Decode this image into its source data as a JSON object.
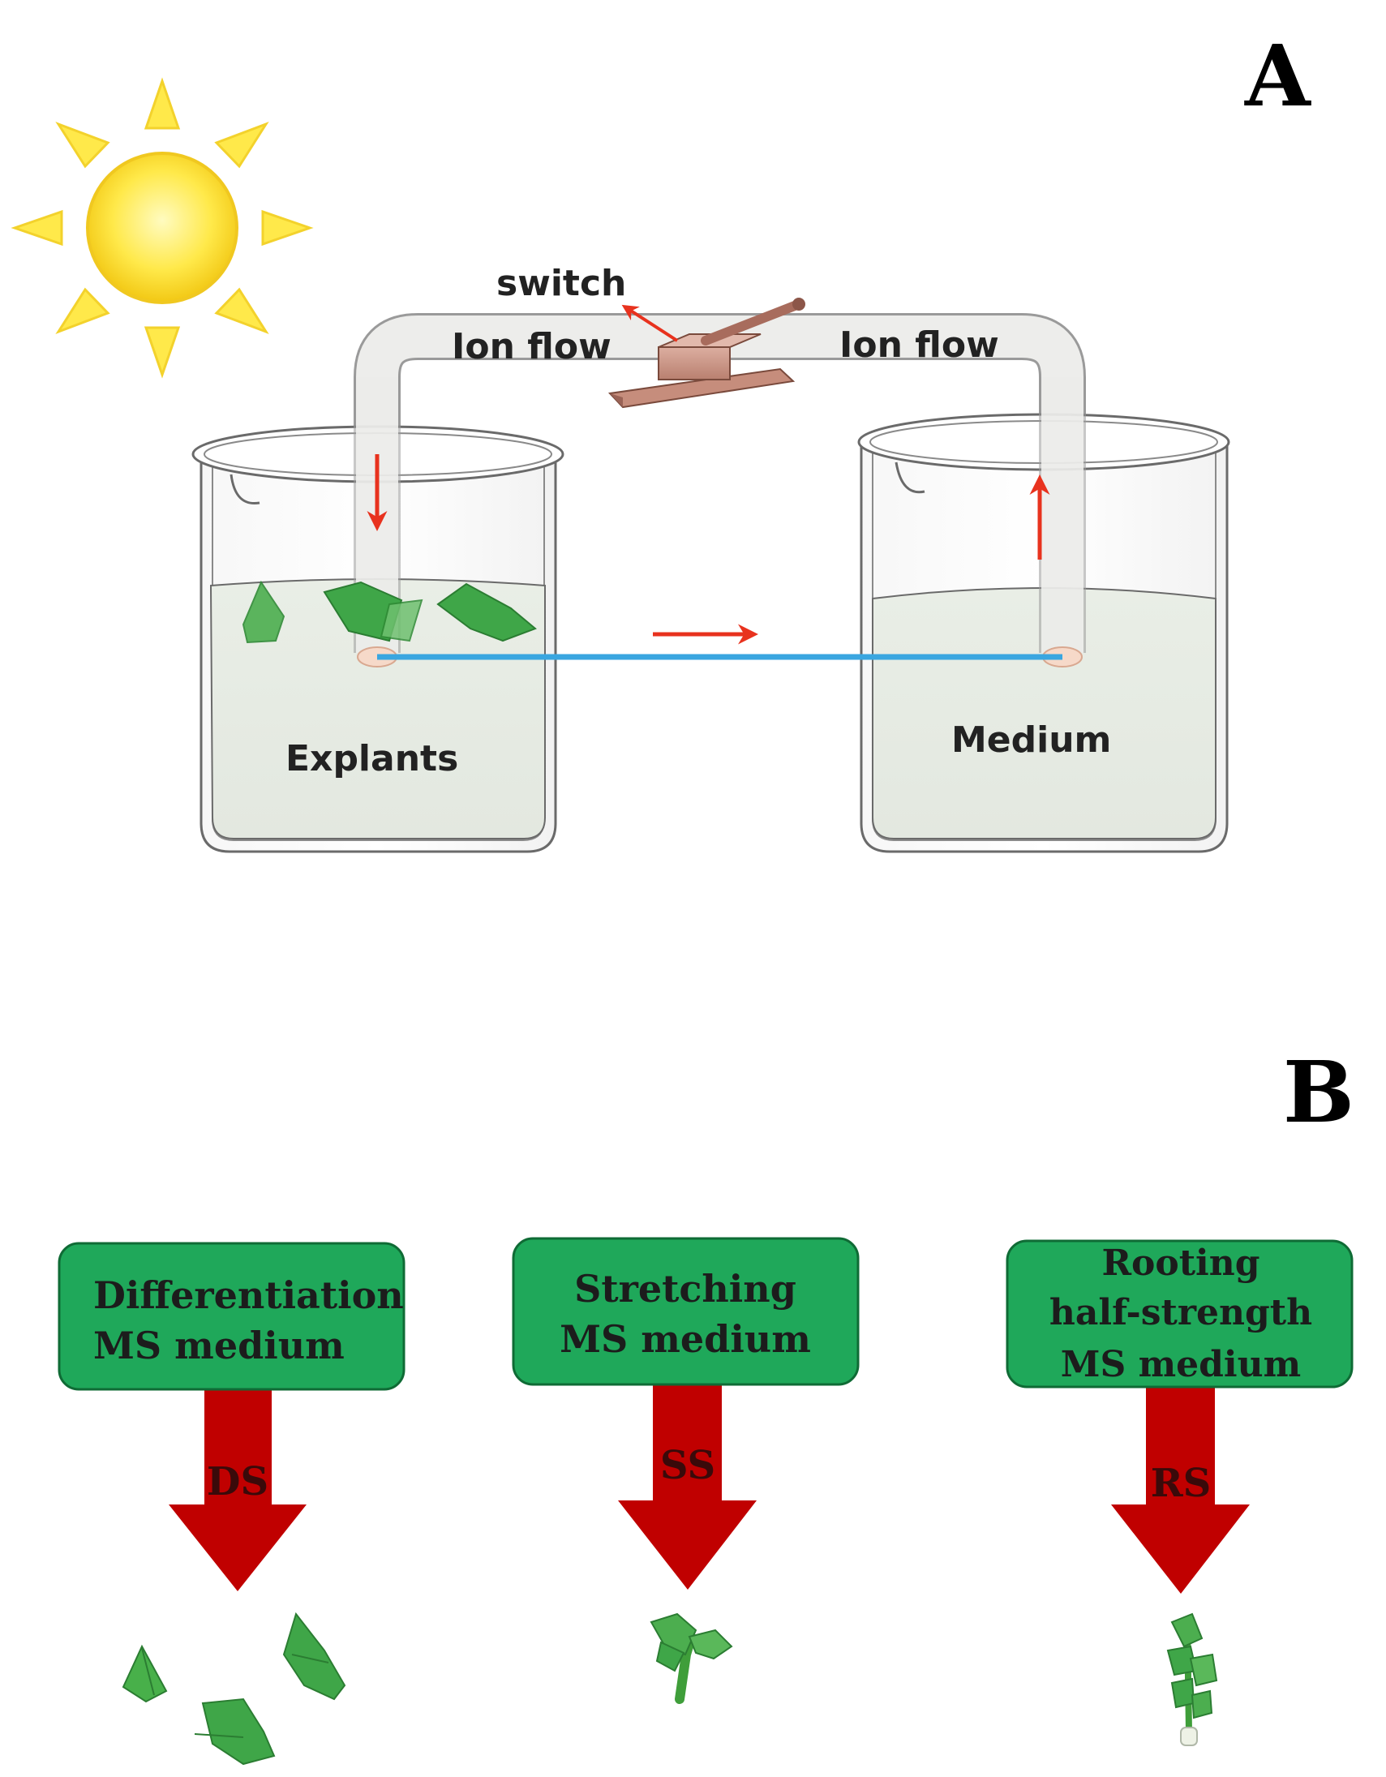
{
  "panels": {
    "a_label": "A",
    "b_label": "B"
  },
  "panel_a": {
    "switch_label": "switch",
    "ion_flow_left": "Ion flow",
    "ion_flow_right": "Ion flow",
    "left_beaker_label": "Explants",
    "right_beaker_label": "Medium"
  },
  "panel_b": {
    "stages": [
      {
        "lines": [
          "Differentiation",
          "MS medium"
        ],
        "arrow_label": "DS"
      },
      {
        "lines": [
          "Stretching",
          "MS medium"
        ],
        "arrow_label": "SS"
      },
      {
        "lines": [
          "Rooting",
          "half-strength",
          "MS medium"
        ],
        "arrow_label": "RS"
      }
    ]
  },
  "colors": {
    "box_fill": "#1fa85a",
    "arrow_fill": "#c00000",
    "flow_arrow": "#e8321e",
    "wire": "#3aa6e0",
    "leaf": "#48b04a",
    "sun": "#ffe94a"
  }
}
